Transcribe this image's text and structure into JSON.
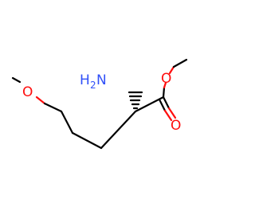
{
  "molecule": {
    "atoms": {
      "amine": {
        "element": "N",
        "hydrogens": "2",
        "color": "#3050f8"
      },
      "ether_o": {
        "element": "O",
        "color": "#ff0d0d"
      },
      "ester_o": {
        "element": "O",
        "color": "#ff0d0d"
      },
      "carbonyl_o": {
        "element": "O",
        "color": "#ff0d0d"
      }
    },
    "bond_color": "#000000",
    "stereo": "hashed-wedge"
  }
}
